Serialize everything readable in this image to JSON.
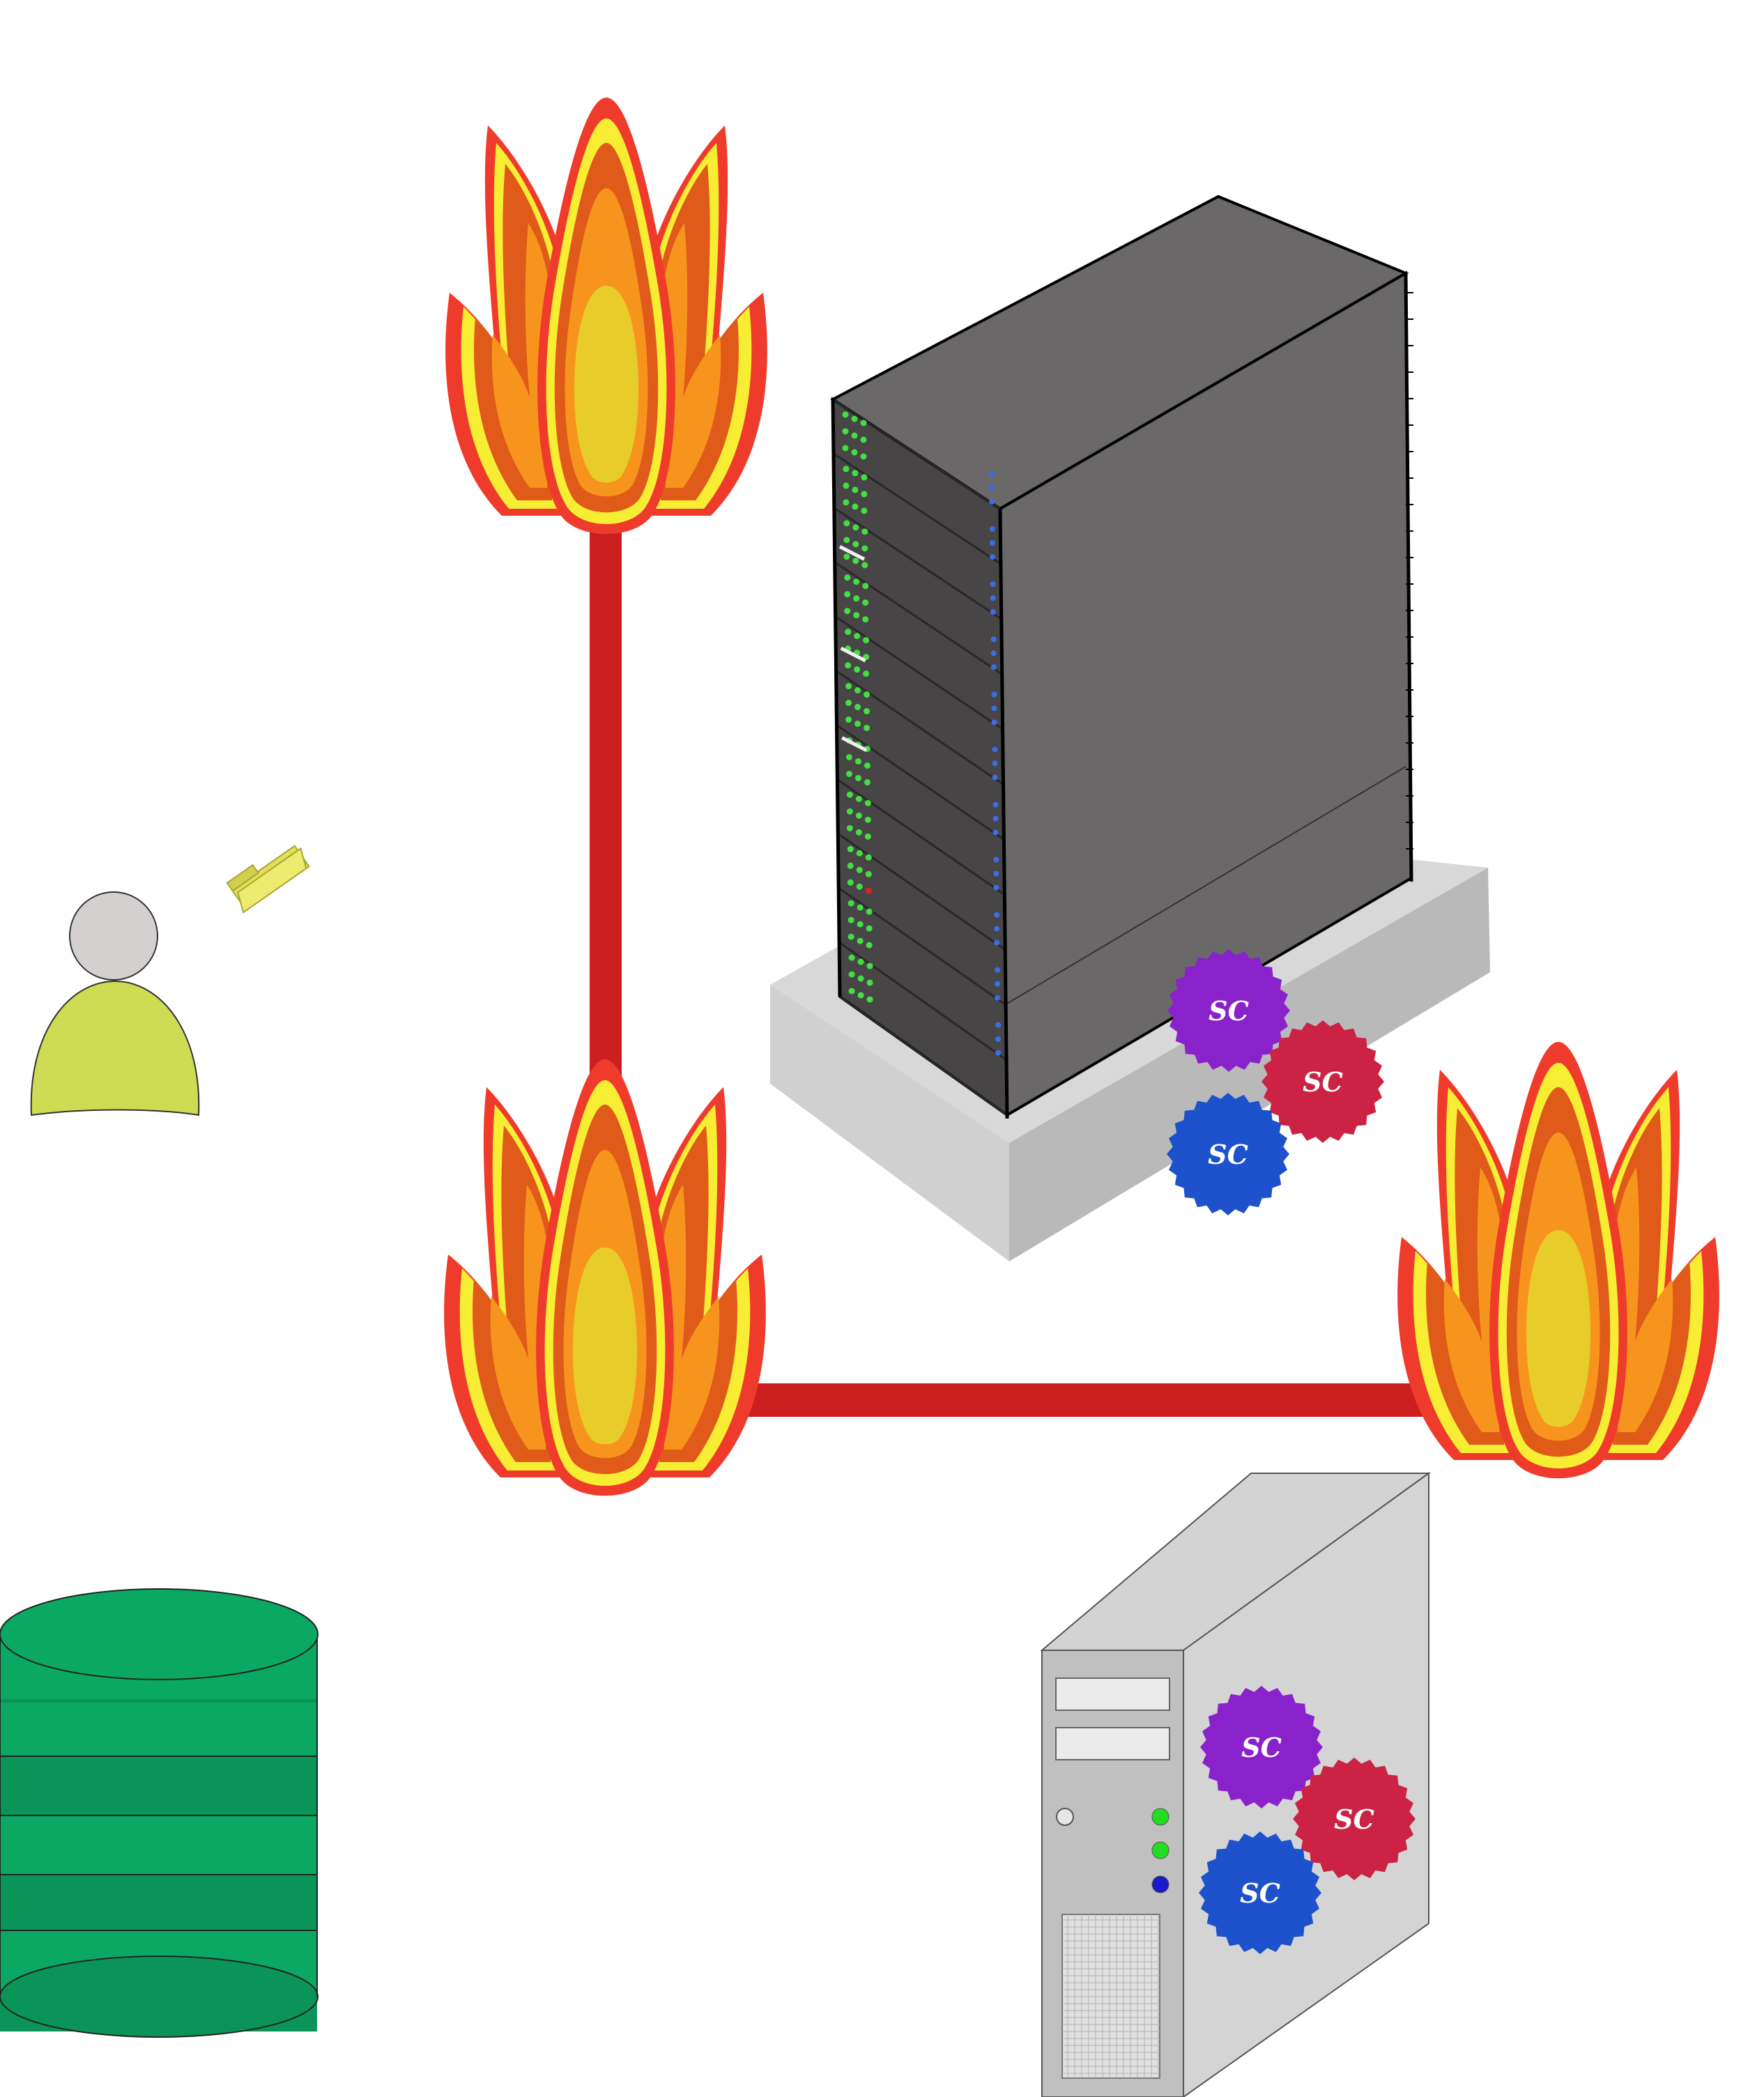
{
  "diagram": {
    "background": "#ffffff",
    "connection_color": "#cc1f1f",
    "firewall_colors": {
      "outer": "#ef3b2c",
      "rim": "#f7ee33",
      "mid": "#f7941d",
      "inner": "#e05a1a",
      "core": "#e8cc2a"
    },
    "nodes": [
      {
        "id": "firewall-top",
        "icon": "firewall-flame-icon"
      },
      {
        "id": "firewall-middle",
        "icon": "firewall-flame-icon"
      },
      {
        "id": "firewall-right",
        "icon": "firewall-flame-icon"
      },
      {
        "id": "server-rack",
        "icon": "server-rack-icon"
      },
      {
        "id": "desktop-tower",
        "icon": "desktop-tower-icon"
      },
      {
        "id": "user",
        "icon": "user-icon",
        "colors": {
          "head": "#d4d0d0",
          "body": "#cddc52"
        }
      },
      {
        "id": "folder",
        "icon": "folder-icon",
        "color": "#e2e05a"
      },
      {
        "id": "database",
        "icon": "database-icon",
        "colors": [
          "#0aa862",
          "#0b9458"
        ]
      }
    ],
    "gears": {
      "label": "SC",
      "colors": {
        "purple": "#8a22cc",
        "red": "#cc2244",
        "blue": "#1e52cc"
      }
    }
  }
}
